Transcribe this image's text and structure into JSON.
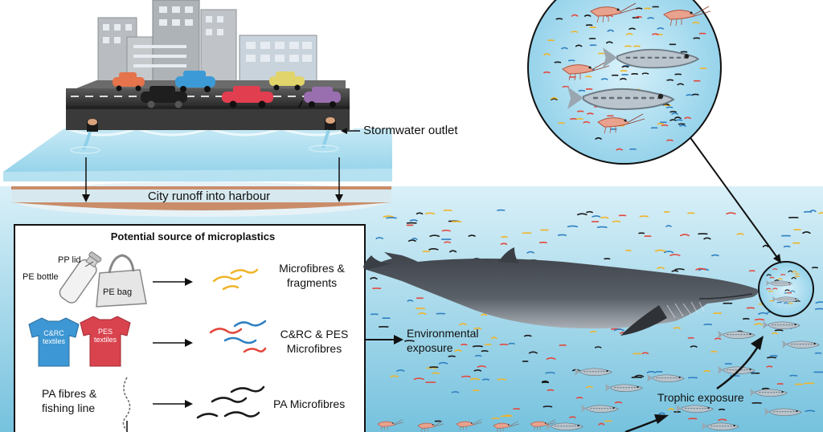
{
  "labels": {
    "stormwater_outlet": "Stormwater outlet",
    "city_runoff": "City runoff into harbour",
    "box_title": "Potential source of microplastics",
    "pp_lid": "PP lid",
    "pe_bottle": "PE bottle",
    "pe_bag": "PE bag",
    "crc_tshirt_line1": "C&RC",
    "crc_tshirt_line2": "textiles",
    "pes_tshirt_line1": "PES",
    "pes_tshirt_line2": "textiles",
    "pa_fibres_line1": "PA fibres &",
    "pa_fibres_line2": "fishing line",
    "out1_line1": "Microfibres &",
    "out1_line2": "fragments",
    "out2_line1": "C&RC & PES",
    "out2_line2": "Microfibres",
    "out3": "PA Microfibres",
    "environmental_line1": "Environmental",
    "environmental_line2": "exposure",
    "trophic": "Trophic exposure"
  },
  "colors": {
    "sea_top": "#d6eef7",
    "sea_bottom": "#7ec6e0",
    "harbour_water": "#a9dcee",
    "whale": "#4b5057",
    "microfibre_yellow": "#f0b429",
    "microfibre_red": "#e2483d",
    "microfibre_blue": "#2f80c2",
    "microfibre_black": "#1a1a1a"
  },
  "icons": [
    "buildings",
    "cars",
    "stormwater-pipe",
    "whale",
    "fish",
    "krill",
    "pe-bottle",
    "pe-bag",
    "tshirt",
    "fishing-hook",
    "zoom-circle"
  ]
}
